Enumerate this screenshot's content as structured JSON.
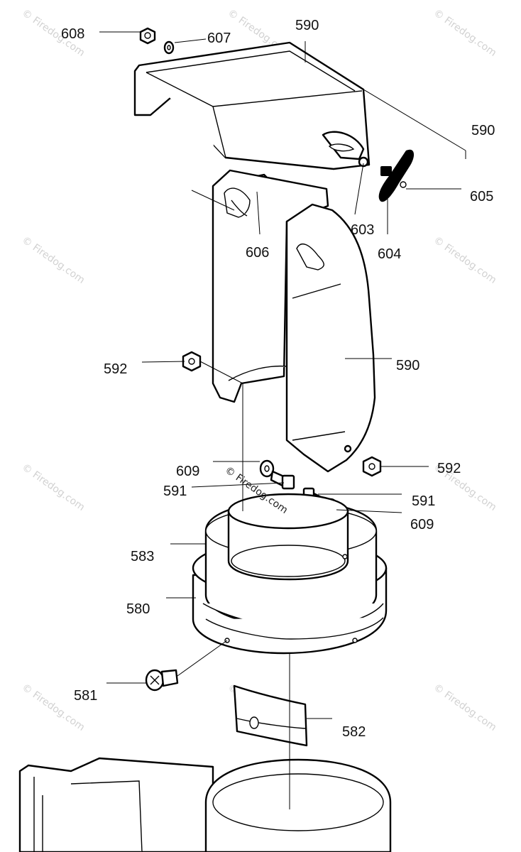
{
  "diagram": {
    "watermark_text": "© Firedog.com",
    "callouts": [
      {
        "id": "c608a",
        "text": "608"
      },
      {
        "id": "c607",
        "text": "607"
      },
      {
        "id": "c590a",
        "text": "590"
      },
      {
        "id": "c590b",
        "text": "590"
      },
      {
        "id": "c605",
        "text": "605"
      },
      {
        "id": "c603",
        "text": "603"
      },
      {
        "id": "c604",
        "text": "604"
      },
      {
        "id": "c606",
        "text": "606"
      },
      {
        "id": "c592a",
        "text": "592"
      },
      {
        "id": "c590c",
        "text": "590"
      },
      {
        "id": "c592b",
        "text": "592"
      },
      {
        "id": "c609a",
        "text": "609"
      },
      {
        "id": "c591a",
        "text": "591"
      },
      {
        "id": "c591b",
        "text": "591"
      },
      {
        "id": "c609b",
        "text": "609"
      },
      {
        "id": "c583",
        "text": "583"
      },
      {
        "id": "c580",
        "text": "580"
      },
      {
        "id": "c581",
        "text": "581"
      },
      {
        "id": "c582",
        "text": "582"
      }
    ]
  }
}
